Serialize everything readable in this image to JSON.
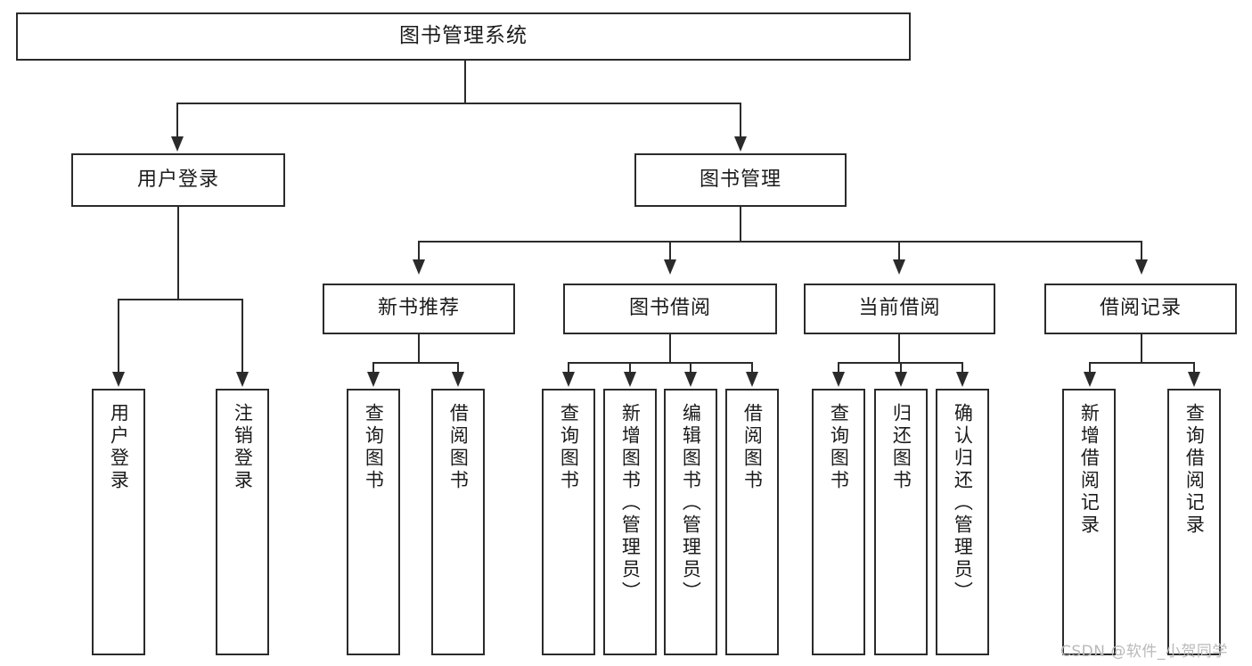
{
  "diagram": {
    "title": "图书管理系统",
    "watermark": "CSDN @软件_小贺同学",
    "root": {
      "label": "图书管理系统"
    },
    "level2": [
      {
        "label": "用户登录"
      },
      {
        "label": "图书管理"
      }
    ],
    "level3": [
      {
        "label": "新书推荐"
      },
      {
        "label": "图书借阅"
      },
      {
        "label": "当前借阅"
      },
      {
        "label": "借阅记录"
      }
    ],
    "leaves": {
      "user_login": [
        {
          "label": "用户登录"
        },
        {
          "label": "注销登录"
        }
      ],
      "new_book_recommend": [
        {
          "label": "查询图书"
        },
        {
          "label": "借阅图书"
        }
      ],
      "book_borrow": [
        {
          "label": "查询图书"
        },
        {
          "label": "新增图书（管理员）"
        },
        {
          "label": "编辑图书（管理员）"
        },
        {
          "label": "借阅图书"
        }
      ],
      "current_borrow": [
        {
          "label": "查询图书"
        },
        {
          "label": "归还图书"
        },
        {
          "label": "确认归还（管理员）"
        }
      ],
      "borrow_record": [
        {
          "label": "新增借阅记录"
        },
        {
          "label": "查询借阅记录"
        }
      ]
    },
    "colors": {
      "stroke": "#2b2b2b",
      "background": "#ffffff",
      "text": "#1b1b1b",
      "watermark": "#b9b9b9"
    }
  }
}
